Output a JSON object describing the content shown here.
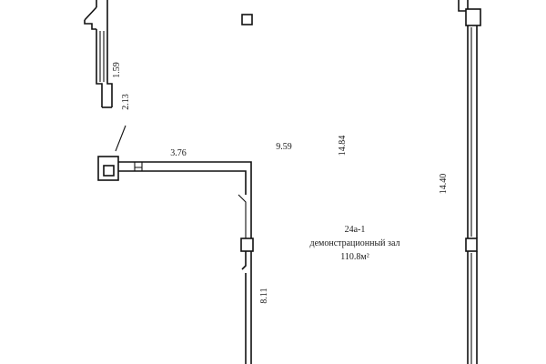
{
  "room": {
    "number": "24а-1",
    "name": "демонстрационный зал",
    "area": "110.8м²"
  },
  "dimensions": {
    "d_1_59": "1.59",
    "d_2_13": "2.13",
    "d_3_76": "3.76",
    "d_9_59": "9.59",
    "d_14_84": "14.84",
    "d_14_40": "14.40",
    "d_8_11": "8.11"
  },
  "colors": {
    "wall": "#111111",
    "background": "#ffffff"
  }
}
